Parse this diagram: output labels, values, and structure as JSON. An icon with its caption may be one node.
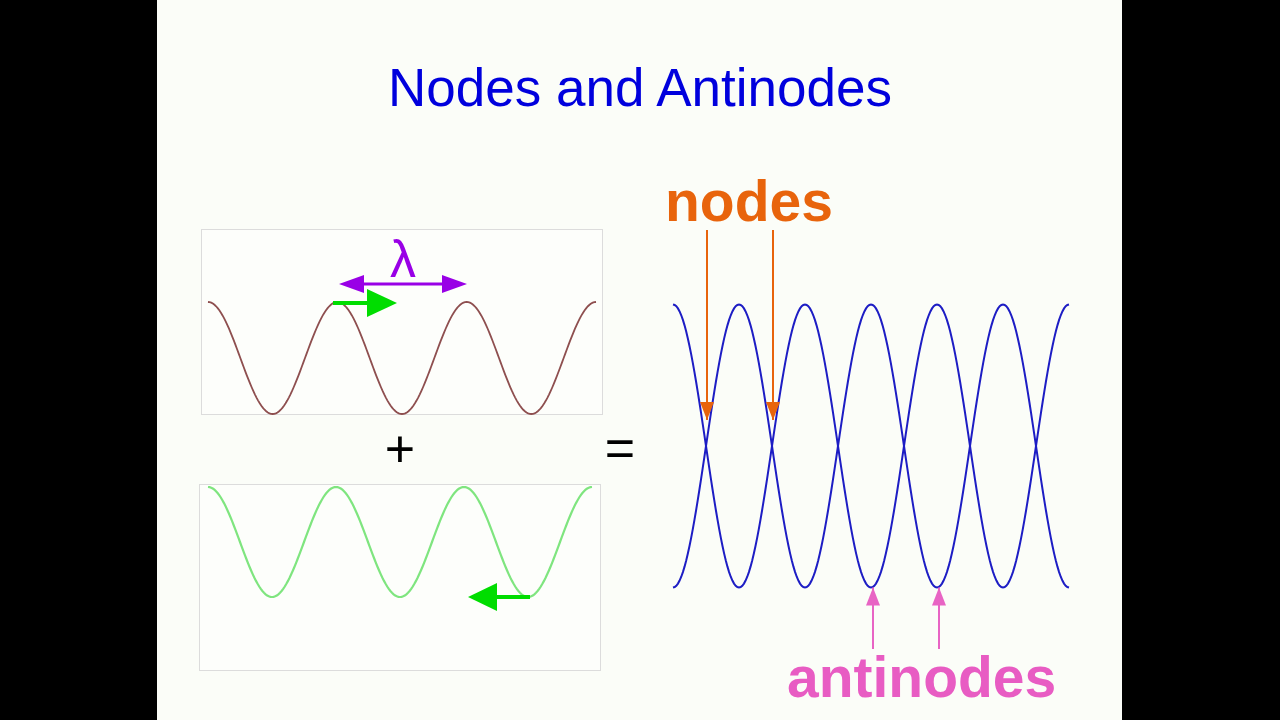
{
  "diagram": {
    "title": "Nodes and Antinodes",
    "nodes": [
      {
        "text": [
          "nodes"
        ]
      },
      {
        "text": [],
        "shape": "picture"
      },
      {
        "text": [
          "antinodes"
        ]
      }
    ],
    "edges": [
      {
        "from": 0,
        "to": 1,
        "arrow": "to",
        "color": "#e8640c"
      },
      {
        "from": 0,
        "to": 1,
        "arrow": "to",
        "color": "#e8640c"
      },
      {
        "from": 2,
        "to": 1,
        "arrow": "to",
        "color": "#e864c4"
      },
      {
        "from": 2,
        "to": 1,
        "arrow": "to",
        "color": "#e864c4"
      }
    ],
    "labels": [
      "λ",
      "+",
      "="
    ]
  }
}
